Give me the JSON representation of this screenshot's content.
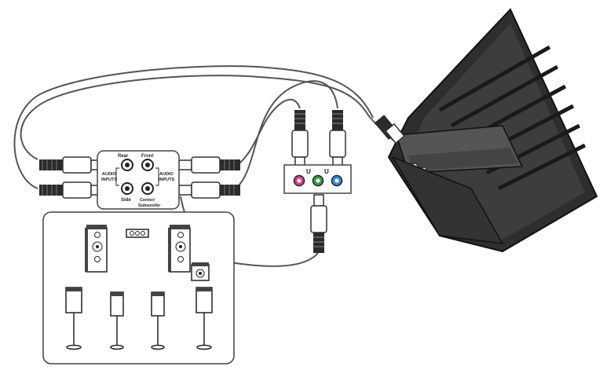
{
  "receiver": {
    "rear_label": "Rear",
    "front_label": "Front",
    "side_label": "Side",
    "center_label_line1": "Center/",
    "center_label_line2": "Subwoofer",
    "audio_inputs_left_line1": "AUDIO",
    "audio_inputs_left_line2": "INPUTS",
    "audio_inputs_right_line1": "AUDIO",
    "audio_inputs_right_line2": "INPUTS"
  },
  "jack_panel": {
    "jack_colors": [
      "#d8438f",
      "#3ca04a",
      "#2f8fd6"
    ],
    "jack_glyph": "U"
  },
  "colors": {
    "cable": "#555555",
    "plug_dark": "#2b2b2b",
    "case_dark": "#3a3a3a"
  },
  "icons": [
    "speaker-icon",
    "center-speaker-icon",
    "subwoofer-icon",
    "satellite-speaker-icon",
    "rca-plug-icon",
    "pc-case-icon"
  ]
}
